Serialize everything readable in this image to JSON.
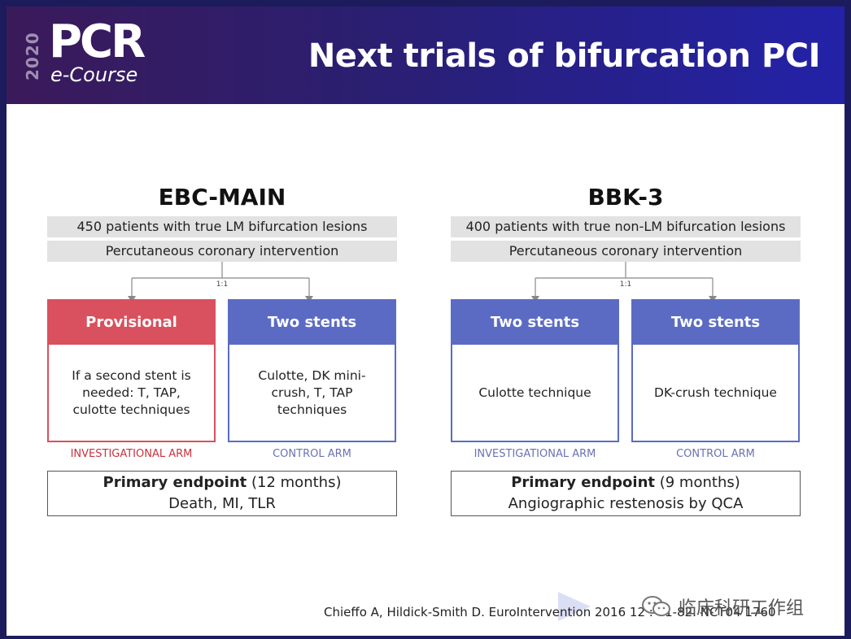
{
  "header": {
    "logo_year": "2020",
    "logo_main": "PCR",
    "logo_sub": "e-Course",
    "title": "Next trials of bifurcation PCI",
    "colors": {
      "gradient_start": "#3b1a5a",
      "gradient_end": "#2322a8"
    }
  },
  "studies": [
    {
      "title": "EBC-MAIN",
      "population": "450 patients with true LM bifurcation lesions",
      "intervention": "Percutaneous coronary intervention",
      "ratio": "1:1",
      "arms": [
        {
          "name": "Provisional",
          "description": "If a second stent is needed: T, TAP, culotte techniques",
          "label": "INVESTIGATIONAL ARM",
          "color": "#d9505e"
        },
        {
          "name": "Two stents",
          "description": "Culotte, DK mini-crush, T, TAP techniques",
          "label": "CONTROL ARM",
          "color": "#5b6bc4"
        }
      ],
      "endpoint_title": "Primary endpoint",
      "endpoint_period": "(12 months)",
      "endpoint_detail": "Death, MI, TLR"
    },
    {
      "title": "BBK-3",
      "population": "400 patients with true non-LM bifurcation lesions",
      "intervention": "Percutaneous coronary intervention",
      "ratio": "1:1",
      "arms": [
        {
          "name": "Two stents",
          "description": "Culotte technique",
          "label": "INVESTIGATIONAL ARM",
          "color": "#5b6bc4"
        },
        {
          "name": "Two stents",
          "description": "DK-crush technique",
          "label": "CONTROL ARM",
          "color": "#5b6bc4"
        }
      ],
      "endpoint_title": "Primary endpoint",
      "endpoint_period": "(9 months)",
      "endpoint_detail": "Angiographic restenosis by QCA"
    }
  ],
  "citation": "Chieffo A, Hildick-Smith D. EuroIntervention 2016 12 : 71-82. NCT04 1760",
  "watermark": {
    "icon": "wechat-icon",
    "text": "临床科研工作组"
  }
}
